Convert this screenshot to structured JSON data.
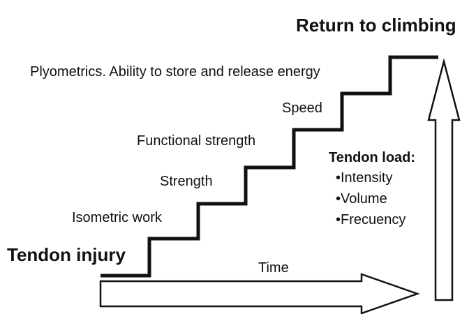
{
  "diagram": {
    "top_label": "Return to climbing",
    "start_label": "Tendon injury",
    "steps": [
      "Isometric work",
      "Strength",
      "Functional strength",
      "Speed",
      "Plyometrics. Ability to store and release energy"
    ],
    "time_label": "Time",
    "load": {
      "title": "Tendon load:",
      "items": [
        "•Intensity",
        "•Volume",
        "•Frecuency"
      ]
    },
    "colors": {
      "line": "#111111",
      "arrow_fill": "#ffffff",
      "arrow_stroke": "#111111"
    }
  }
}
